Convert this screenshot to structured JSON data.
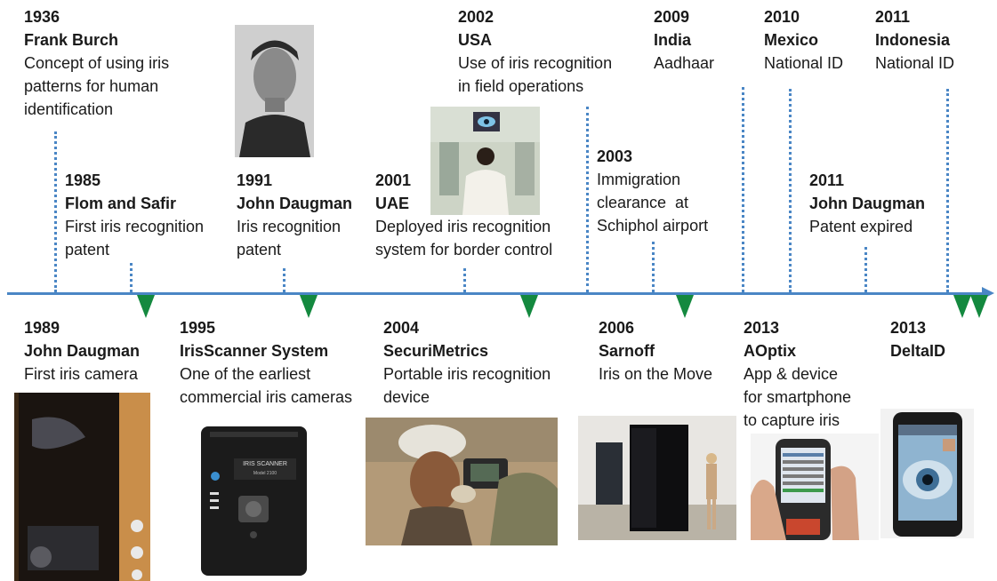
{
  "top_events": [
    {
      "year": "1936",
      "who": "Frank Burch",
      "desc": [
        "Concept of using iris",
        "patterns for human",
        "identification"
      ]
    },
    {
      "year": "1985",
      "who": "Flom and Safir",
      "desc": [
        "First iris recognition",
        "patent"
      ]
    },
    {
      "year": "1991",
      "who": "John Daugman",
      "desc": [
        "Iris recognition",
        "patent"
      ]
    },
    {
      "year": "2001",
      "who": "UAE",
      "desc": [
        "Deployed iris recognition",
        "system for border control"
      ]
    },
    {
      "year": "2002",
      "who": "USA",
      "desc": [
        "Use of iris recognition",
        "in field operations"
      ]
    },
    {
      "year": "2003",
      "who": "",
      "desc": [
        "Immigration",
        "clearance  at",
        "Schiphol airport"
      ]
    },
    {
      "year": "2009",
      "who": "India",
      "desc": [
        "Aadhaar"
      ]
    },
    {
      "year": "2010",
      "who": "Mexico",
      "desc": [
        "National ID"
      ]
    },
    {
      "year": "2011",
      "who": "John Daugman",
      "desc": [
        "Patent expired"
      ]
    },
    {
      "year": "2011",
      "who": "Indonesia",
      "desc": [
        "National ID"
      ]
    }
  ],
  "bottom_events": [
    {
      "year": "1989",
      "who": "John Daugman",
      "desc": [
        "First iris camera"
      ]
    },
    {
      "year": "1995",
      "who": "IrisScanner System",
      "desc": [
        "One of the earliest",
        "commercial iris cameras"
      ]
    },
    {
      "year": "2004",
      "who": "SecuriMetrics",
      "desc": [
        "Portable iris recognition",
        "device"
      ]
    },
    {
      "year": "2006",
      "who": "Sarnoff",
      "desc": [
        "Iris on the Move"
      ]
    },
    {
      "year": "2013",
      "who": "AOptix",
      "desc": [
        "App & device",
        "for smartphone",
        "to capture iris"
      ]
    },
    {
      "year": "2013",
      "who": "DeltaID",
      "desc": []
    }
  ],
  "photo_text": {
    "iris_scanner_label": "IRIS SCANNER",
    "iris_scanner_model": "Model 2100"
  },
  "colors": {
    "axis": "#4a86c5",
    "marker": "#14893f",
    "dotted": "#4a86c5",
    "text": "#1a1a1a"
  }
}
